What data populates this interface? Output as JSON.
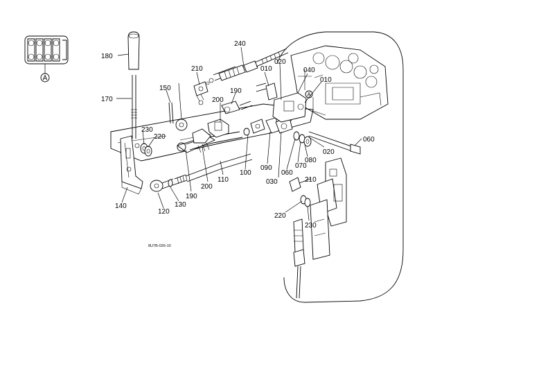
{
  "diagram": {
    "drawing_code": "8U7B-026-10",
    "view_marker": "A",
    "part_labels": [
      {
        "id": "p180",
        "text": "180"
      },
      {
        "id": "p170",
        "text": "170"
      },
      {
        "id": "p240",
        "text": "240"
      },
      {
        "id": "p210a",
        "text": "210"
      },
      {
        "id": "p150",
        "text": "150"
      },
      {
        "id": "p190a",
        "text": "190"
      },
      {
        "id": "p200a",
        "text": "200"
      },
      {
        "id": "p010a",
        "text": "010"
      },
      {
        "id": "p020a",
        "text": "020"
      },
      {
        "id": "p040",
        "text": "040"
      },
      {
        "id": "p010b",
        "text": "010"
      },
      {
        "id": "p230a",
        "text": "230"
      },
      {
        "id": "p220a",
        "text": "220"
      },
      {
        "id": "p060a",
        "text": "060"
      },
      {
        "id": "p020b",
        "text": "020"
      },
      {
        "id": "p080",
        "text": "080"
      },
      {
        "id": "p070",
        "text": "070"
      },
      {
        "id": "p060b",
        "text": "060"
      },
      {
        "id": "p090",
        "text": "090"
      },
      {
        "id": "p030",
        "text": "030"
      },
      {
        "id": "p100",
        "text": "100"
      },
      {
        "id": "p110",
        "text": "110"
      },
      {
        "id": "p200b",
        "text": "200"
      },
      {
        "id": "p190b",
        "text": "190"
      },
      {
        "id": "p130",
        "text": "130"
      },
      {
        "id": "p120",
        "text": "120"
      },
      {
        "id": "p140",
        "text": "140"
      },
      {
        "id": "p210b",
        "text": "210"
      },
      {
        "id": "p220b",
        "text": "220"
      },
      {
        "id": "p230b",
        "text": "230"
      }
    ]
  }
}
